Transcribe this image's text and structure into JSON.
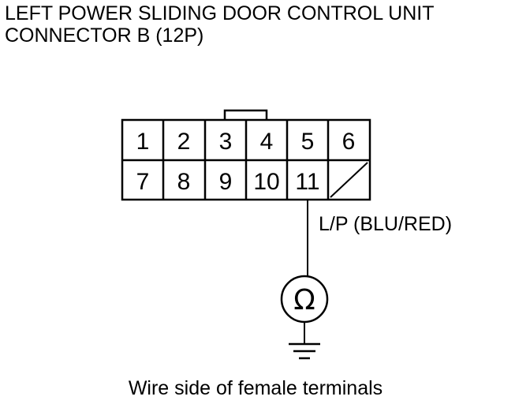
{
  "title": {
    "line1": "LEFT POWER SLIDING DOOR CONTROL UNIT",
    "line2": "CONNECTOR B (12P)"
  },
  "connector": {
    "row1": [
      "1",
      "2",
      "3",
      "4",
      "5",
      "6"
    ],
    "row2": [
      "7",
      "8",
      "9",
      "10",
      "11"
    ]
  },
  "wire": {
    "terminal": "11",
    "label": "L/P (BLU/RED)"
  },
  "meter": {
    "symbol": "Ω",
    "icon": "ohmmeter-icon"
  },
  "ground": {
    "icon": "ground-icon"
  },
  "caption": "Wire side of female terminals"
}
